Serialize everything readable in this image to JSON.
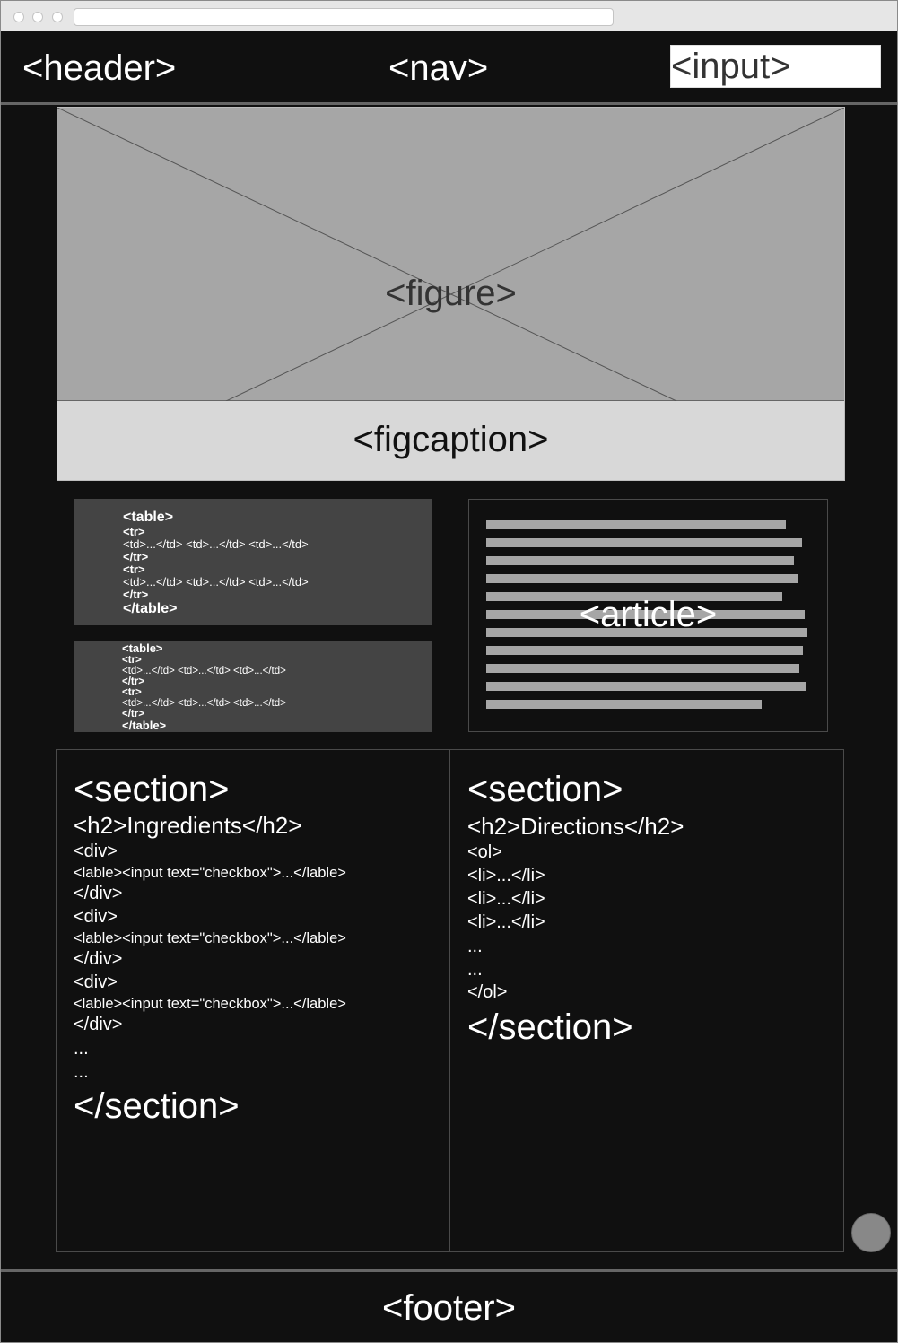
{
  "header": {
    "label": "<header>"
  },
  "nav": {
    "label": "<nav>"
  },
  "search": {
    "placeholder": "<input>"
  },
  "figure": {
    "label": "<figure>",
    "caption": "<figcaption>"
  },
  "table_large": {
    "lines": [
      "<table>",
      "<tr>",
      "<td>...</td> <td>...</td> <td>...</td>",
      "</tr>",
      "<tr>",
      "<td>...</td> <td>...</td> <td>...</td>",
      "</tr>",
      "</table>"
    ]
  },
  "table_small": {
    "lines": [
      "<table>",
      "<tr>",
      "<td>...</td> <td>...</td> <td>...</td>",
      "</tr>",
      "<tr>",
      "<td>...</td> <td>...</td> <td>...</td>",
      "</tr>",
      "</table>"
    ]
  },
  "article": {
    "label": "<article>"
  },
  "section_ingredients": {
    "open": "<section>",
    "heading": "<h2>Ingredients</h2>",
    "lines": [
      "<div>",
      "<lable><input text=\"checkbox\">...</lable>",
      "</div>",
      "<div>",
      "<lable><input text=\"checkbox\">...</lable>",
      "</div>",
      "<div>",
      "<lable><input text=\"checkbox\">...</lable>",
      "</div>",
      "...",
      "..."
    ],
    "close": "</section>"
  },
  "section_directions": {
    "open": "<section>",
    "heading": "<h2>Directions</h2>",
    "lines": [
      "<ol>",
      "<li>...</li>",
      "<li>...</li>",
      "<li>...</li>",
      "...",
      "...",
      "</ol>"
    ],
    "close": "</section>"
  },
  "footer": {
    "label": "<footer>"
  },
  "colors": {
    "page": "#101010",
    "placeholder_fill": "#a6a6a6",
    "caption_fill": "#d8d8d8",
    "code_fill": "#444444",
    "text": "#ffffff"
  }
}
